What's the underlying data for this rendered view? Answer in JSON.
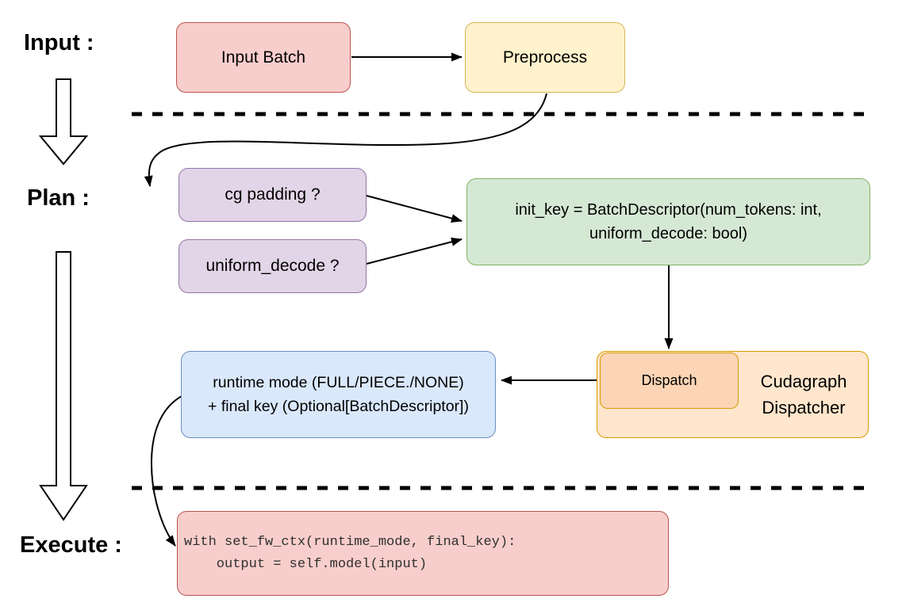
{
  "diagram": {
    "stage_labels": {
      "input": "Input :",
      "plan": "Plan :",
      "execute": "Execute :"
    },
    "nodes": {
      "input_batch": {
        "label": "Input Batch"
      },
      "preprocess": {
        "label": "Preprocess"
      },
      "cg_padding": {
        "label": "cg padding ?"
      },
      "uniform_decode": {
        "label": "uniform_decode ?"
      },
      "init_key": {
        "line1": "init_key = BatchDescriptor(num_tokens: int,",
        "line2": "uniform_decode: bool)"
      },
      "dispatch": {
        "label": "Dispatch"
      },
      "cudagraph_dispatcher": {
        "line1": "Cudagraph",
        "line2": "Dispatcher"
      },
      "runtime_mode": {
        "line1": "runtime mode (FULL/PIECE./NONE)",
        "line2": "+ final key (Optional[BatchDescriptor])"
      },
      "execute_code": {
        "line1": "with set_fw_ctx(runtime_mode, final_key):",
        "line2": "    output = self.model(input)"
      }
    },
    "palette": {
      "red": {
        "fill": "#F8CECC",
        "border": "#B85450"
      },
      "yellow": {
        "fill": "#FFF2CC",
        "border": "#D6B656"
      },
      "purple": {
        "fill": "#E1D5E7",
        "border": "#9673A6"
      },
      "green": {
        "fill": "#D5E8D4",
        "border": "#82B366"
      },
      "blue": {
        "fill": "#DAE8FC",
        "border": "#6C8EBF"
      },
      "orange_light": {
        "fill": "#FFE6CC",
        "border": "#D79B00"
      },
      "orange_dark": {
        "fill": "#FBD5B5",
        "border": "#D79B00"
      },
      "line_color": {
        "fill": "#000000",
        "border": "#000000"
      }
    }
  }
}
